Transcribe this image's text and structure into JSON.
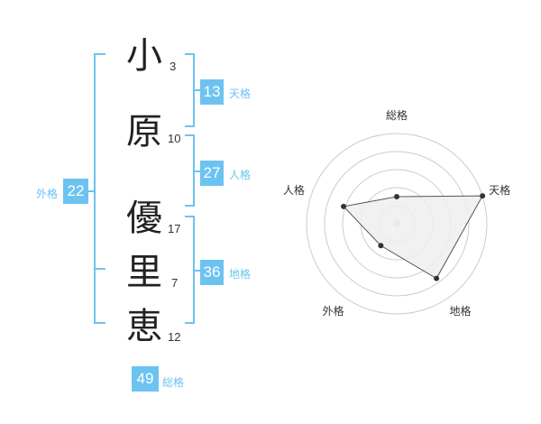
{
  "name_chars": [
    {
      "char": "小",
      "strokes": "3"
    },
    {
      "char": "原",
      "strokes": "10"
    },
    {
      "char": "優",
      "strokes": "17"
    },
    {
      "char": "里",
      "strokes": "7"
    },
    {
      "char": "恵",
      "strokes": "12"
    }
  ],
  "kaku": {
    "tenkaku": {
      "label": "天格",
      "value": "13"
    },
    "jinkaku": {
      "label": "人格",
      "value": "27"
    },
    "chikaku": {
      "label": "地格",
      "value": "36"
    },
    "gaikaku": {
      "label": "外格",
      "value": "22"
    },
    "soukaku": {
      "label": "総格",
      "value": "49"
    }
  },
  "radar": {
    "axes": [
      "総格",
      "天格",
      "地格",
      "外格",
      "人格"
    ],
    "values": [
      0.3,
      1.0,
      0.75,
      0.3,
      0.62
    ],
    "rings": 5,
    "colors": {
      "ring": "#cccccc",
      "fill": "#eeeeee",
      "line": "#555555",
      "point": "#333333"
    }
  },
  "colors": {
    "accent": "#6cc3f0"
  }
}
